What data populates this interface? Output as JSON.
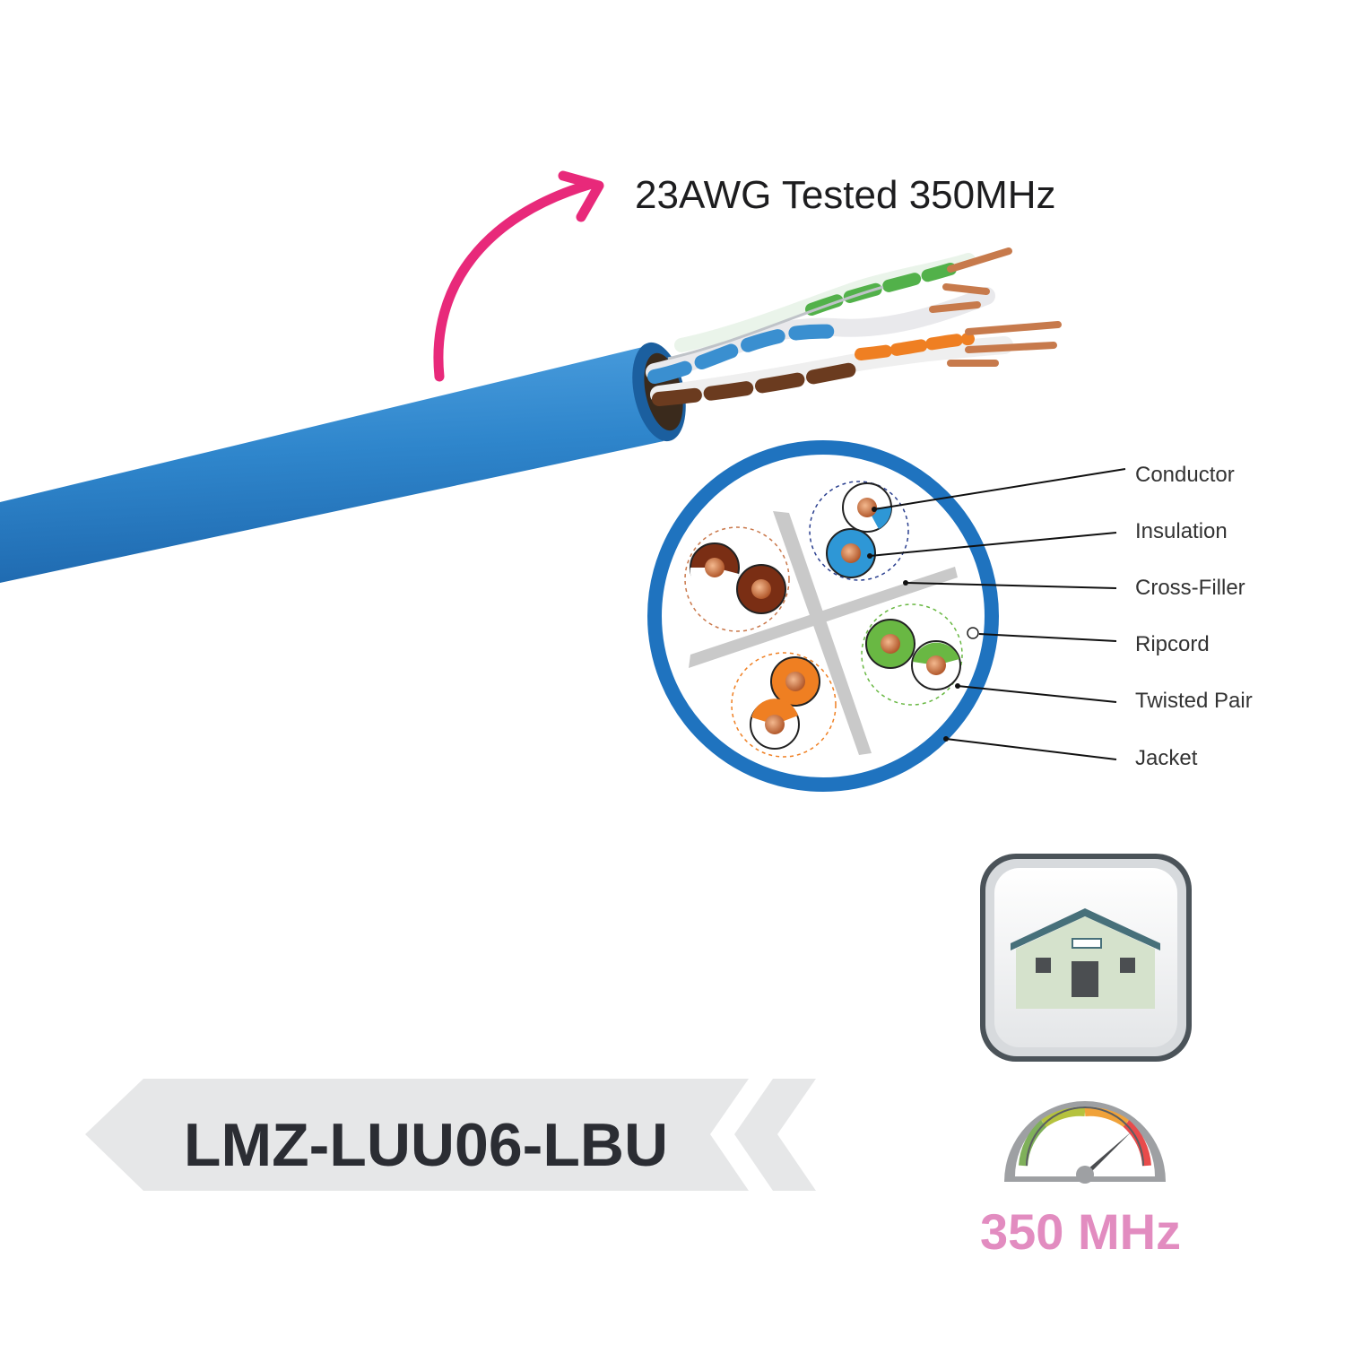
{
  "headline": "23AWG Tested 350MHz",
  "cross_section": {
    "labels": [
      "Conductor",
      "Insulation",
      "Cross-Filler",
      "Ripcord",
      "Twisted Pair",
      "Jacket"
    ]
  },
  "part_number": "LMZ-LUU06-LBU",
  "speed": {
    "label": "350 MHz",
    "gauge_level_percent": 85
  },
  "icons": {
    "arrow": "curved-arrow-icon",
    "building": "building-icon",
    "gauge": "speedometer-icon"
  },
  "colors": {
    "jacket_blue": "#1f73bf",
    "cable_blue": "#3b8fd4",
    "arrow_pink": "#e8297a",
    "speed_pink": "#e28cc0",
    "copper": "#c9774a",
    "brown_pair": "#7a2e14",
    "blue_pair": "#2e97d6",
    "green_pair": "#69b843",
    "orange_pair": "#ef7f22",
    "cross_filler": "#c9c9c9",
    "banner_grey": "#e6e7e8",
    "text_dark": "#2b2d33"
  }
}
